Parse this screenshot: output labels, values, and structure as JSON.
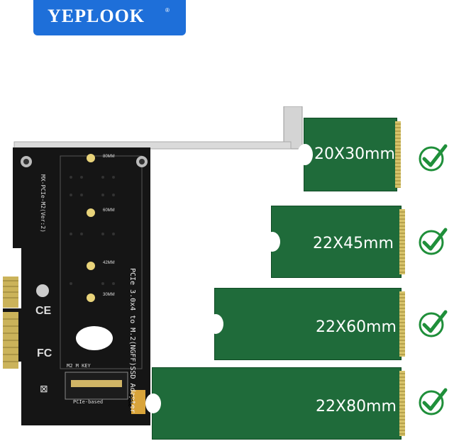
{
  "brand": {
    "name": "YEPLOOK",
    "reg": "®"
  },
  "pcb": {
    "texts": [
      "PCIe 3.0x4 to M.2(NGFF)SSD Adapter",
      "MX-PCIe-M2(Ver:2)",
      "M2 M KEY",
      "PCIe-based",
      "PCIe",
      "80MM",
      "60MM",
      "42MM",
      "30MM"
    ]
  },
  "ssds": [
    {
      "label": "20X30mm"
    },
    {
      "label": "22X45mm"
    },
    {
      "label": "22X60mm"
    },
    {
      "label": "22X80mm"
    }
  ],
  "colors": {
    "brand": "#1e6fd9",
    "pcb": "#151515",
    "ssd": "#1f6b3a",
    "check": "#1f8f3a"
  },
  "icons": [
    "check-icon",
    "ce-mark",
    "fc-mark",
    "weee-icon"
  ]
}
